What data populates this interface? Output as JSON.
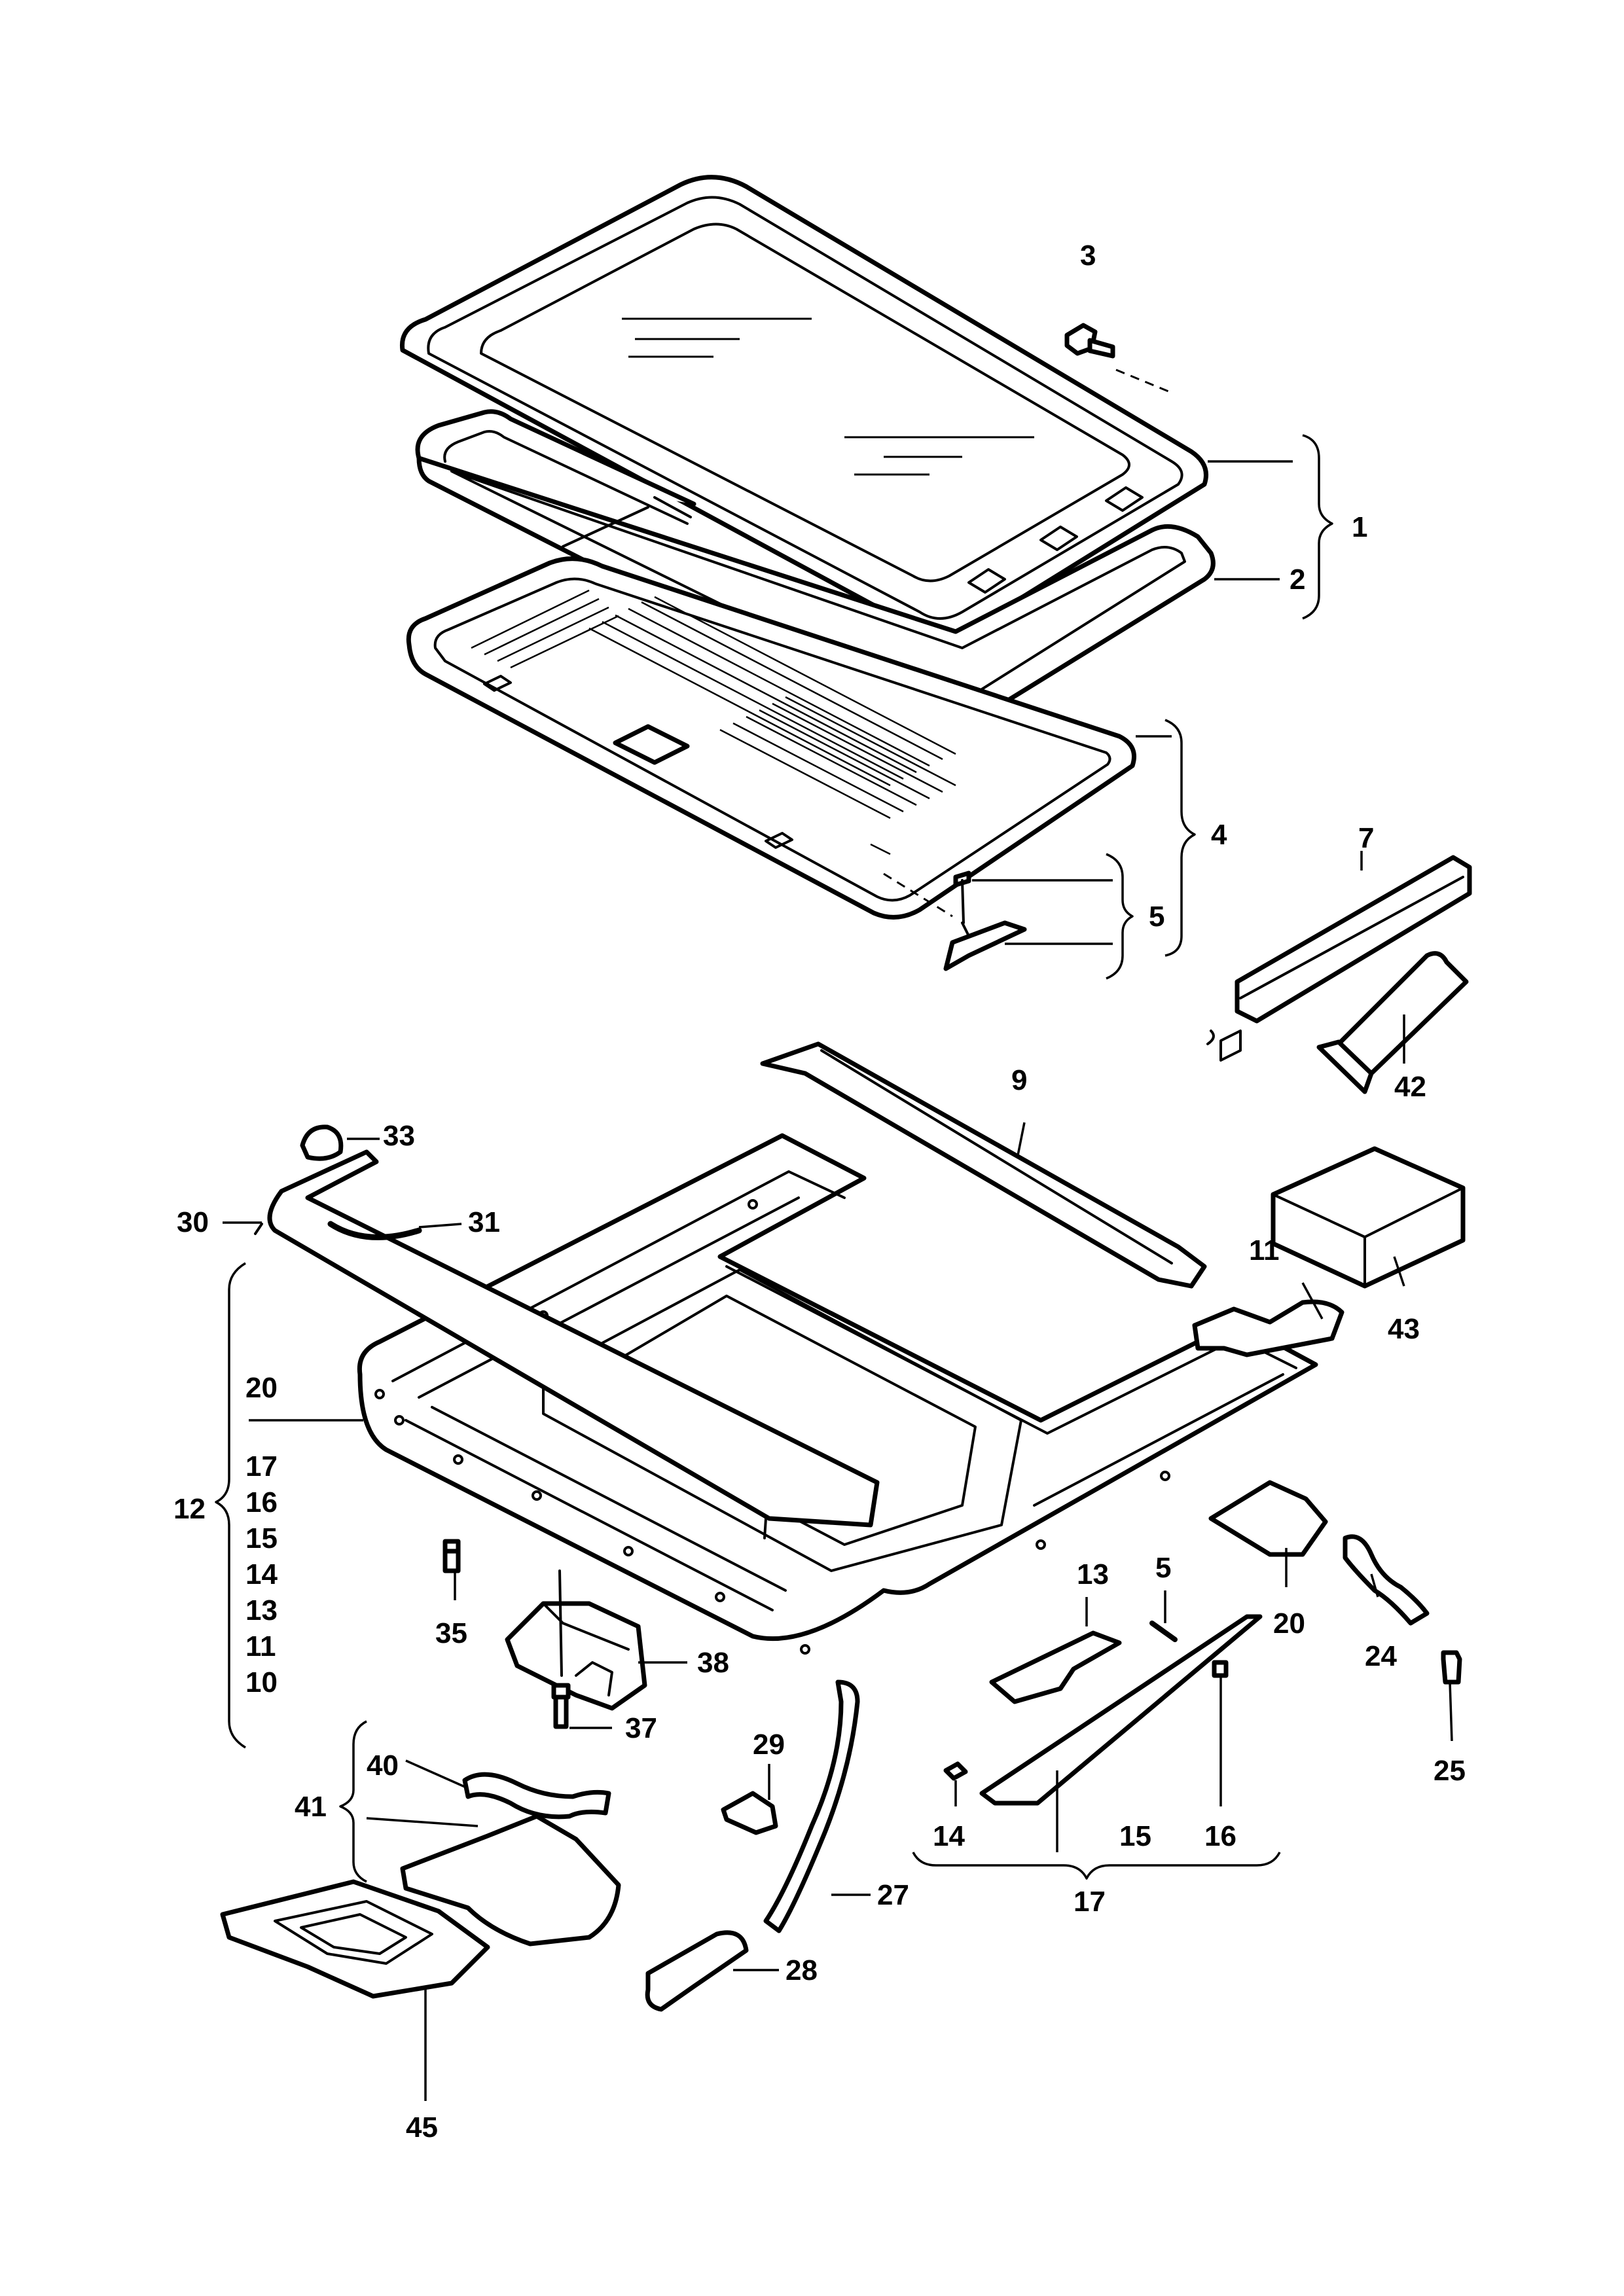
{
  "diagram": {
    "callouts": {
      "c1": "1",
      "c2": "2",
      "c3": "3",
      "c4": "4",
      "c5a": "5",
      "c5b": "5",
      "c7": "7",
      "c9": "9",
      "c10": "10",
      "c11a": "11",
      "c11b": "11",
      "c12": "12",
      "c13a": "13",
      "c13b": "13",
      "c14a": "14",
      "c14b": "14",
      "c15a": "15",
      "c15b": "15",
      "c16a": "16",
      "c16b": "16",
      "c17a": "17",
      "c17b": "17",
      "c20a": "20",
      "c20b": "20",
      "c24": "24",
      "c25": "25",
      "c27": "27",
      "c28": "28",
      "c29": "29",
      "c30": "30",
      "c31": "31",
      "c33": "33",
      "c35": "35",
      "c37": "37",
      "c38": "38",
      "c40": "40",
      "c41": "41",
      "c42": "42",
      "c43": "43",
      "c45": "45"
    }
  }
}
